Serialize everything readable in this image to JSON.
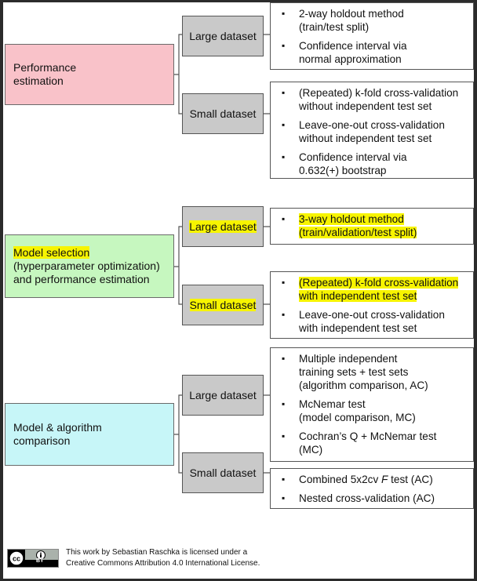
{
  "colors": {
    "performance": "#f9c2c9",
    "model_selection": "#c6f7bf",
    "algorithm": "#c7f6f8",
    "dataset_box": "#c9c9c9",
    "highlight": "#f7f400"
  },
  "groups": [
    {
      "category_lines": [
        "Performance",
        "estimation"
      ],
      "large": {
        "label": "Large dataset",
        "items": [
          [
            "2-way holdout method",
            "(train/test split)"
          ],
          [
            "Confidence interval via",
            "normal approximation"
          ]
        ]
      },
      "small": {
        "label": "Small dataset",
        "items": [
          [
            "(Repeated) k-fold cross-validation",
            "without independent test set"
          ],
          [
            "Leave-one-out cross-validation",
            "without independent test set"
          ],
          [
            "Confidence interval via",
            "0.632(+) bootstrap"
          ]
        ]
      }
    },
    {
      "category_lines": [
        "Model selection",
        "(hyperparameter optimization)",
        "and performance estimation"
      ],
      "large": {
        "label": "Large dataset",
        "items": [
          [
            "3-way holdout method",
            "(train/validation/test split)"
          ]
        ]
      },
      "small": {
        "label": "Small dataset",
        "items": [
          [
            "(Repeated) k-fold cross-validation",
            "with independent test set"
          ],
          [
            "Leave-one-out cross-validation",
            "with independent test set"
          ]
        ]
      }
    },
    {
      "category_lines": [
        "Model & algorithm",
        "comparison"
      ],
      "large": {
        "label": "Large dataset",
        "items": [
          [
            "Multiple independent",
            "training sets + test sets",
            "(algorithm comparison, AC)"
          ],
          [
            "McNemar test",
            "(model comparison, MC)"
          ],
          [
            "Cochran’s Q + McNemar test",
            "(MC)"
          ]
        ]
      },
      "small": {
        "label": "Small dataset",
        "items": [
          [
            "Combined 5x2cv ",
            "F",
            " test (AC)"
          ],
          [
            "Nested cross-validation (AC)"
          ]
        ]
      }
    }
  ],
  "license": {
    "line1": "This work by Sebastian Raschka is licensed under a",
    "line2": "Creative Commons Attribution 4.0 International License.",
    "badge": "BY"
  }
}
